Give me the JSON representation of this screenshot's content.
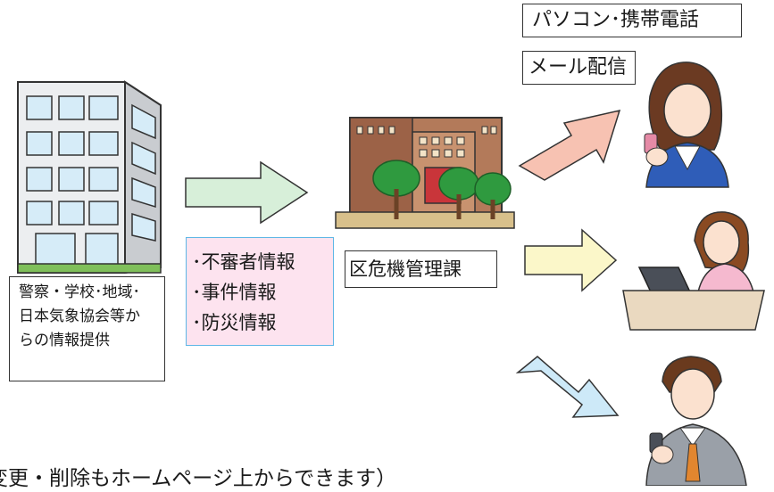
{
  "labels": {
    "pc_phone": "パソコン･携帯電話",
    "mail": "メール配信",
    "department": "区危機管理課"
  },
  "source": {
    "lines": [
      "警察・学校･地域･",
      "日本気象協会等か",
      "らの情報提供"
    ]
  },
  "info": {
    "items": [
      "･不審者情報",
      "･事件情報",
      "･防災情報"
    ]
  },
  "footer": {
    "text": "変更・削除もホームページ上からできます）"
  },
  "colors": {
    "arrow_main": "#d7efd9",
    "arrow_top": "#f7c2b2",
    "arrow_mid": "#fbf7c9",
    "arrow_bottom": "#cde9f8",
    "info_bg": "#fde3ef",
    "info_border": "#5eb7e6"
  },
  "icons": {
    "source_building": "office-building-icon",
    "ward_office": "ward-office-building-icon",
    "recipient_1": "woman-with-phone-icon",
    "recipient_2": "woman-at-laptop-icon",
    "recipient_3": "man-with-phone-icon"
  }
}
